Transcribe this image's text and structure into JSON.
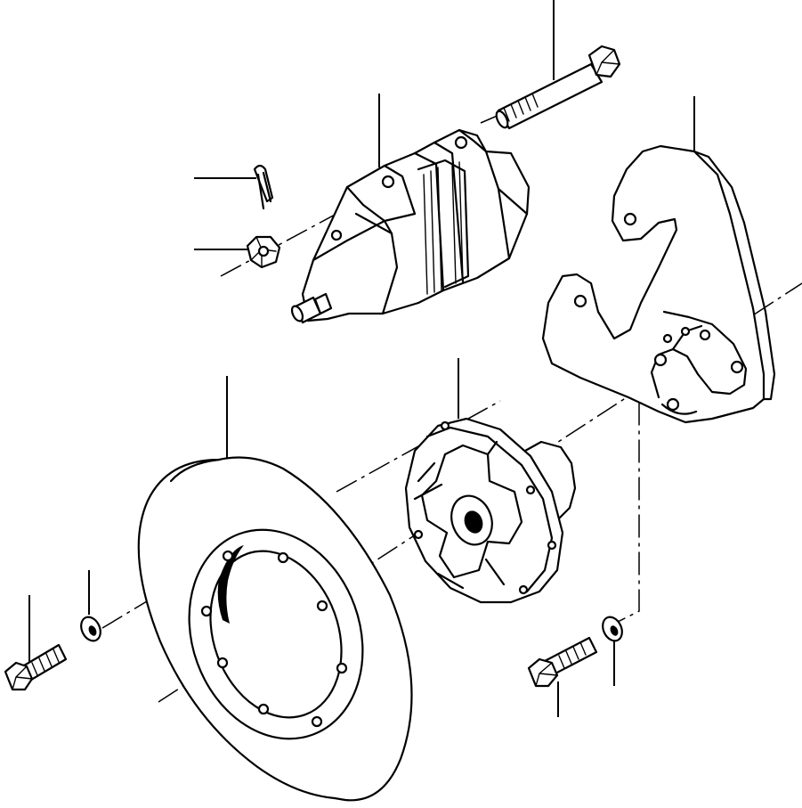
{
  "diagram": {
    "kind": "exploded-parts-view",
    "components": [
      {
        "id": "caliper-bolt",
        "icon": "hex-bolt-icon"
      },
      {
        "id": "brake-caliper",
        "icon": "caliper-icon"
      },
      {
        "id": "cotter-pin",
        "icon": "cotter-pin-icon"
      },
      {
        "id": "castle-nut",
        "icon": "castle-nut-icon"
      },
      {
        "id": "mounting-bracket",
        "icon": "bracket-icon"
      },
      {
        "id": "brake-disc",
        "icon": "disc-icon"
      },
      {
        "id": "wheel-hub",
        "icon": "hub-icon"
      },
      {
        "id": "disc-bolt",
        "icon": "hex-bolt-icon"
      },
      {
        "id": "disc-washer",
        "icon": "washer-icon"
      },
      {
        "id": "bracket-bolt",
        "icon": "hex-bolt-icon"
      },
      {
        "id": "bracket-washer",
        "icon": "washer-icon"
      }
    ],
    "colors": {
      "line": "#000000",
      "background": "#ffffff"
    }
  }
}
